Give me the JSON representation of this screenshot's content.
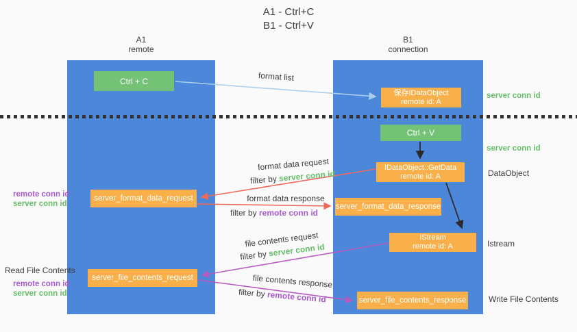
{
  "title": {
    "line1": "A1 - Ctrl+C",
    "line2": "B1 - Ctrl+V"
  },
  "lanes": {
    "a1": {
      "name": "A1",
      "subtitle": "remote"
    },
    "b1": {
      "name": "B1",
      "subtitle": "connection"
    }
  },
  "nodes": {
    "ctrl_c": {
      "label": "Ctrl + C"
    },
    "ctrl_v": {
      "label": "Ctrl + V"
    },
    "save_idataobject": {
      "line1": "保存IDataObject",
      "line2": "remote id: A"
    },
    "idataobject_getdata": {
      "line1": "IDataObject::GetData",
      "line2": "remote id: A"
    },
    "istream": {
      "line1": "IStream",
      "line2": "remote id: A"
    },
    "server_format_data_request": {
      "label": "server_format_data_request"
    },
    "server_format_data_response": {
      "label": "server_format_data_response"
    },
    "server_file_contents_request": {
      "label": "server_file_contents_request"
    },
    "server_file_contents_response": {
      "label": "server_file_contents_response"
    }
  },
  "edge_labels": {
    "format_list": "format list",
    "format_data_request": "format data request",
    "format_data_response": "format data response",
    "file_contents_request": "file contents request",
    "file_contents_response": "file contents response",
    "filter_by": "filter by ",
    "server_conn_id": "server conn id",
    "remote_conn_id": "remote conn id"
  },
  "side_labels": {
    "right_server_conn_id_top": "server conn id",
    "right_server_conn_id_mid": "server conn id",
    "dataobject": "DataObject",
    "istream": "Istream",
    "write_file_contents": "Write File Contents",
    "read_file_contents": "Read File Contents",
    "left_remote_conn_id_top": "remote conn id",
    "left_server_conn_id_top": "server conn id",
    "left_remote_conn_id_bottom": "remote conn id",
    "left_server_conn_id_bottom": "server conn id"
  },
  "colors": {
    "lane-blue": "#4c87d9",
    "box-green": "#74c276",
    "box-orange": "#f9b04a",
    "text-dark": "#3c3c3c",
    "text-green": "#67bd6a",
    "text-purple": "#a75bcd",
    "arrow-red": "#ed6a5e",
    "arrow-purple": "#b55cc0",
    "arrow-blue": "#a9cfec",
    "arrow-black": "#2b2b2b",
    "background": "#fafafa"
  }
}
